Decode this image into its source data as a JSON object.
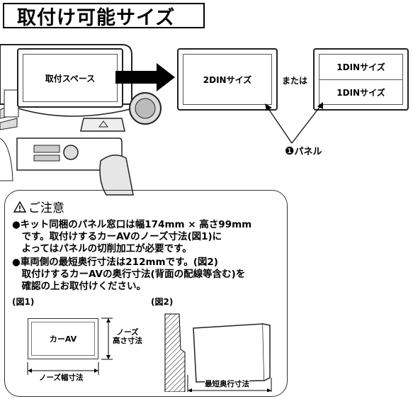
{
  "title": "取付け可能サイズ",
  "dash_label": "取付スペース",
  "panel_2din_label": "2DINサイズ",
  "or_label": "または",
  "panel_1din_top": "1DINサイズ",
  "panel_1din_bottom": "1DINサイズ",
  "panel_callout_number": "❶",
  "panel_callout_label": "パネル",
  "notice": {
    "heading": "ご注意",
    "lines": [
      "●キット同梱のパネル窓口は幅174mm × 高さ99mm",
      "　です。取付けするカーAVのノーズ寸法(図1)に",
      "　よってはパネルの切削加工が必要です。",
      "●車両側の最短奥行寸法は212mmです。(図2)",
      "　取付けするカーAVの奥行寸法(背面の配線等含む)を",
      "　確認の上お取付けください。"
    ]
  },
  "fig1": {
    "label": "(図1)",
    "device": "カーAV",
    "height_dim_1": "ノーズ",
    "height_dim_2": "高さ寸法",
    "width_dim": "ノーズ幅寸法"
  },
  "fig2": {
    "label": "(図2)",
    "depth_dim": "最短奥行寸法"
  }
}
